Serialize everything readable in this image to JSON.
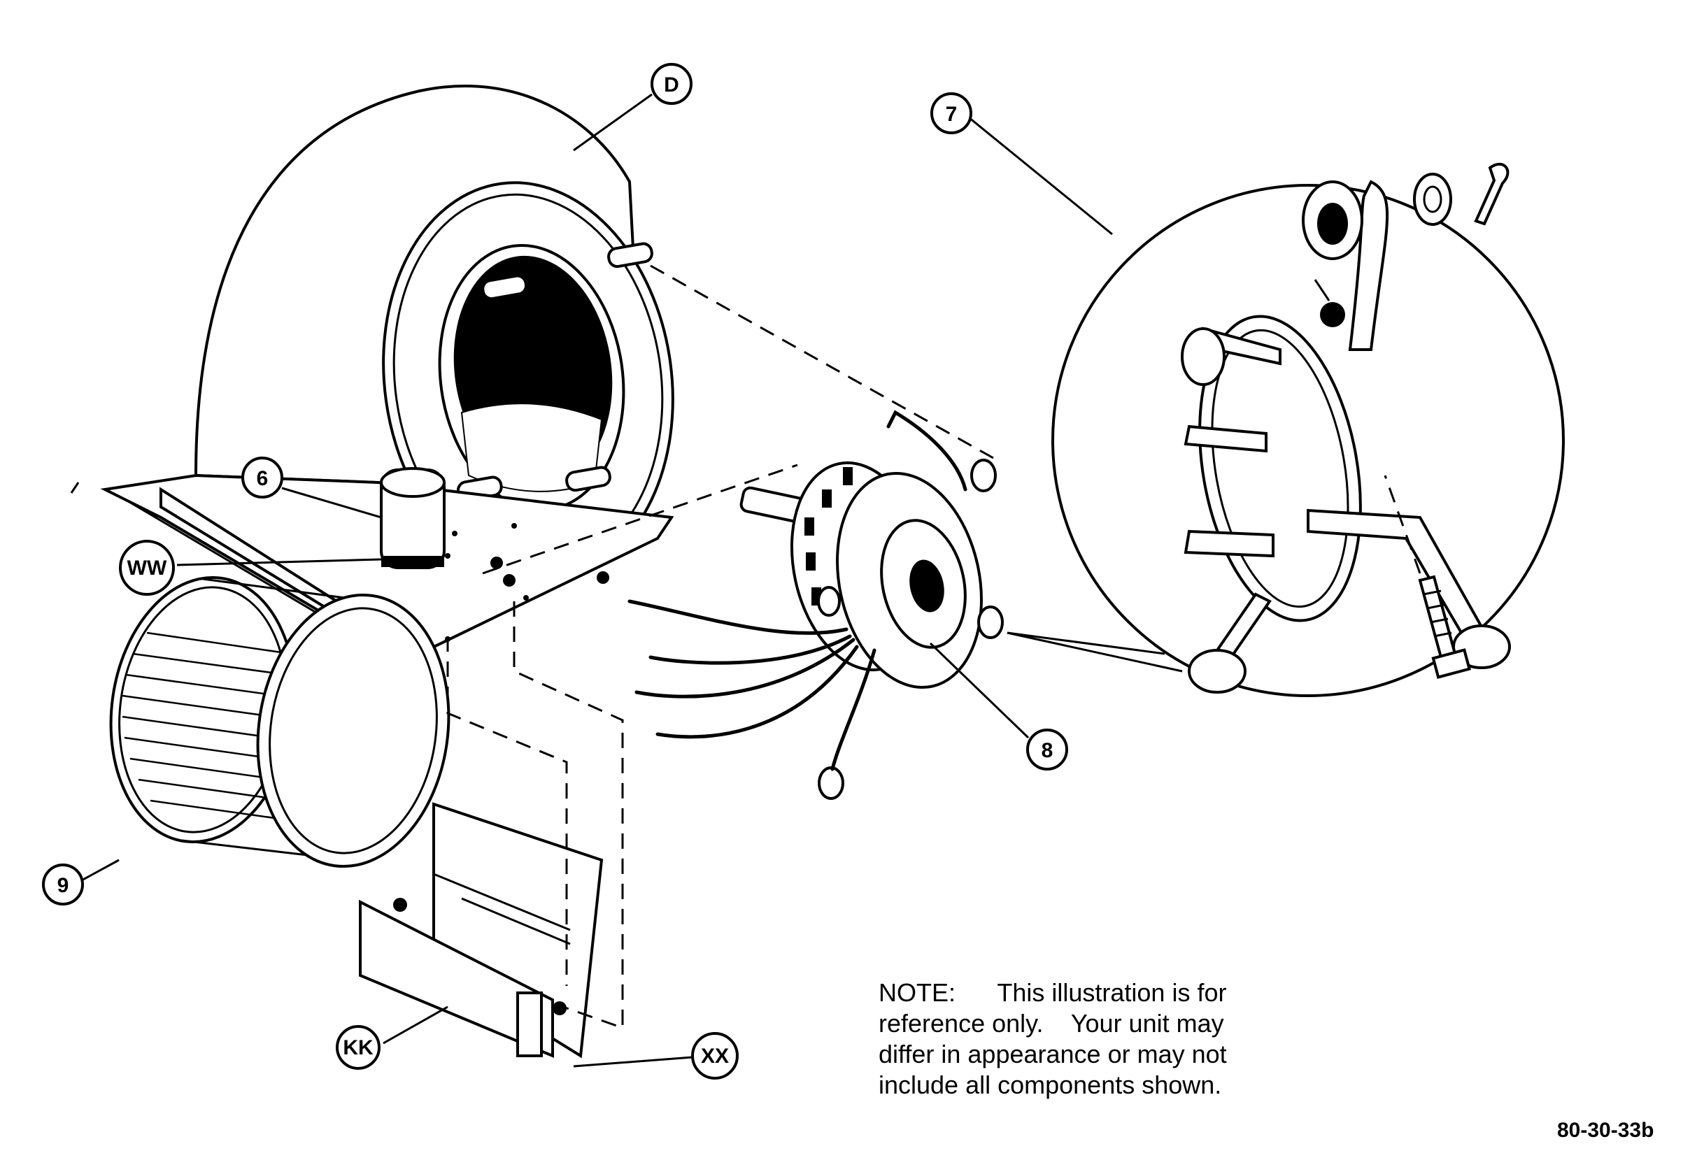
{
  "callouts": {
    "D": "D",
    "seven": "7",
    "six": "6",
    "WW": "WW",
    "eight": "8",
    "nine": "9",
    "KK": "KK",
    "XX": "XX"
  },
  "note": {
    "line1": "NOTE:      This illustration is for",
    "line2": "reference only.    Your unit may",
    "line3": "differ in appearance or may not",
    "line4": "include all components shown."
  },
  "figure_code": "80-30-33b"
}
